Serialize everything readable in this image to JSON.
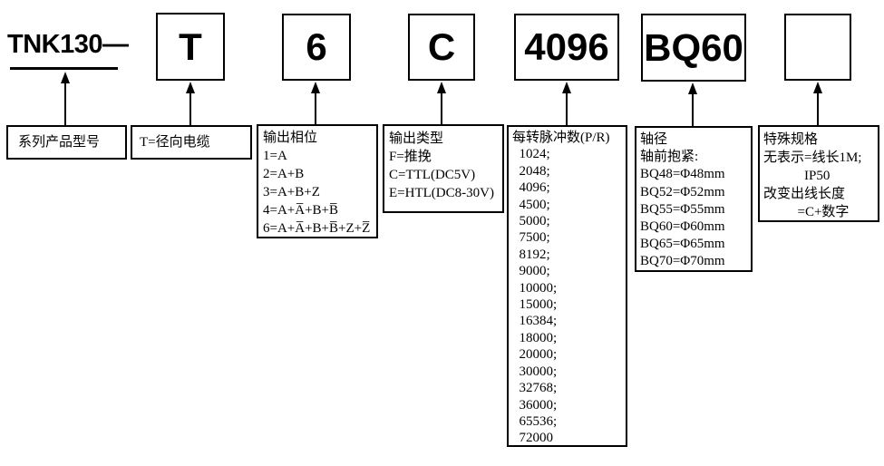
{
  "colors": {
    "ink": "#000000",
    "background": "#ffffff"
  },
  "model_line": {
    "text": "TNK130—"
  },
  "code_boxes": [
    {
      "label": "T"
    },
    {
      "label": "6"
    },
    {
      "label": "C"
    },
    {
      "label": "4096"
    },
    {
      "label": "BQ60"
    },
    {
      "label": ""
    }
  ],
  "descriptions": {
    "series": {
      "lines": [
        "系列产品型号"
      ]
    },
    "cable": {
      "lines": [
        "T=径向电缆"
      ]
    },
    "phase": {
      "lines": [
        "输出相位",
        "1=A",
        "2=A+B",
        "3=A+B+Z",
        "4=A+A̅+B+B̅",
        "6=A+A̅+B+B̅+Z+Z̅"
      ]
    },
    "output_type": {
      "lines": [
        "输出类型",
        "F=推挽",
        "C=TTL(DC5V)",
        "E=HTL(DC8-30V)"
      ]
    },
    "ppr": {
      "lines": [
        "每转脉冲数(P/R)",
        "  1024;",
        "  2048;",
        "  4096;",
        "  4500;",
        "  5000;",
        "  7500;",
        "  8192;",
        "  9000;",
        "  10000;",
        "  15000;",
        "  16384;",
        "  18000;",
        "  20000;",
        "  30000;",
        "  32768;",
        "  36000;",
        "  65536;",
        "  72000"
      ]
    },
    "shaft": {
      "lines": [
        "轴径",
        "轴前抱紧:",
        "BQ48=Φ48mm",
        "BQ52=Φ52mm",
        "BQ55=Φ55mm",
        "BQ60=Φ60mm",
        "BQ65=Φ65mm",
        "BQ70=Φ70mm"
      ]
    },
    "special": {
      "lines": [
        "特殊规格",
        "无表示=线长1M;",
        "            IP50",
        "改变出线长度",
        "          =C+数字"
      ]
    }
  }
}
